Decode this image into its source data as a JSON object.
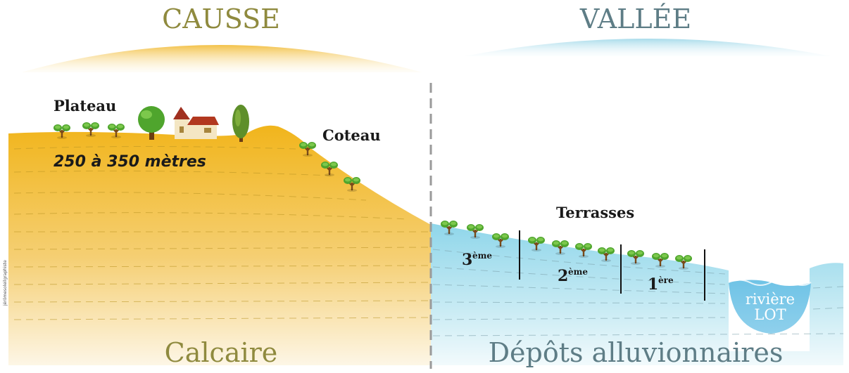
{
  "causse": {
    "title": "CAUSSE",
    "bottom_label": "Calcaire"
  },
  "vallee": {
    "title": "VALLÉE",
    "bottom_label": "Dépôts alluvionnaires"
  },
  "plateau": {
    "label": "Plateau",
    "altitude": "250 à 350 mètres"
  },
  "coteau": {
    "label": "Coteau"
  },
  "terrasses": {
    "label": "Terrasses",
    "items": [
      {
        "num": "3",
        "suffix": "ème"
      },
      {
        "num": "2",
        "suffix": "ème"
      },
      {
        "num": "1",
        "suffix": "ère"
      }
    ]
  },
  "river": {
    "line1": "rivière",
    "line2": "LOT"
  },
  "credit": "jérômesoleilgraphiste",
  "colors": {
    "causse": "#f1b51c",
    "vallee": "#8fd6ea",
    "title_causse": "#8f8a3e",
    "title_vallee": "#5e7d86"
  },
  "icons": [
    "vine-icon",
    "tree-icon",
    "house-icon",
    "cypress-icon"
  ]
}
